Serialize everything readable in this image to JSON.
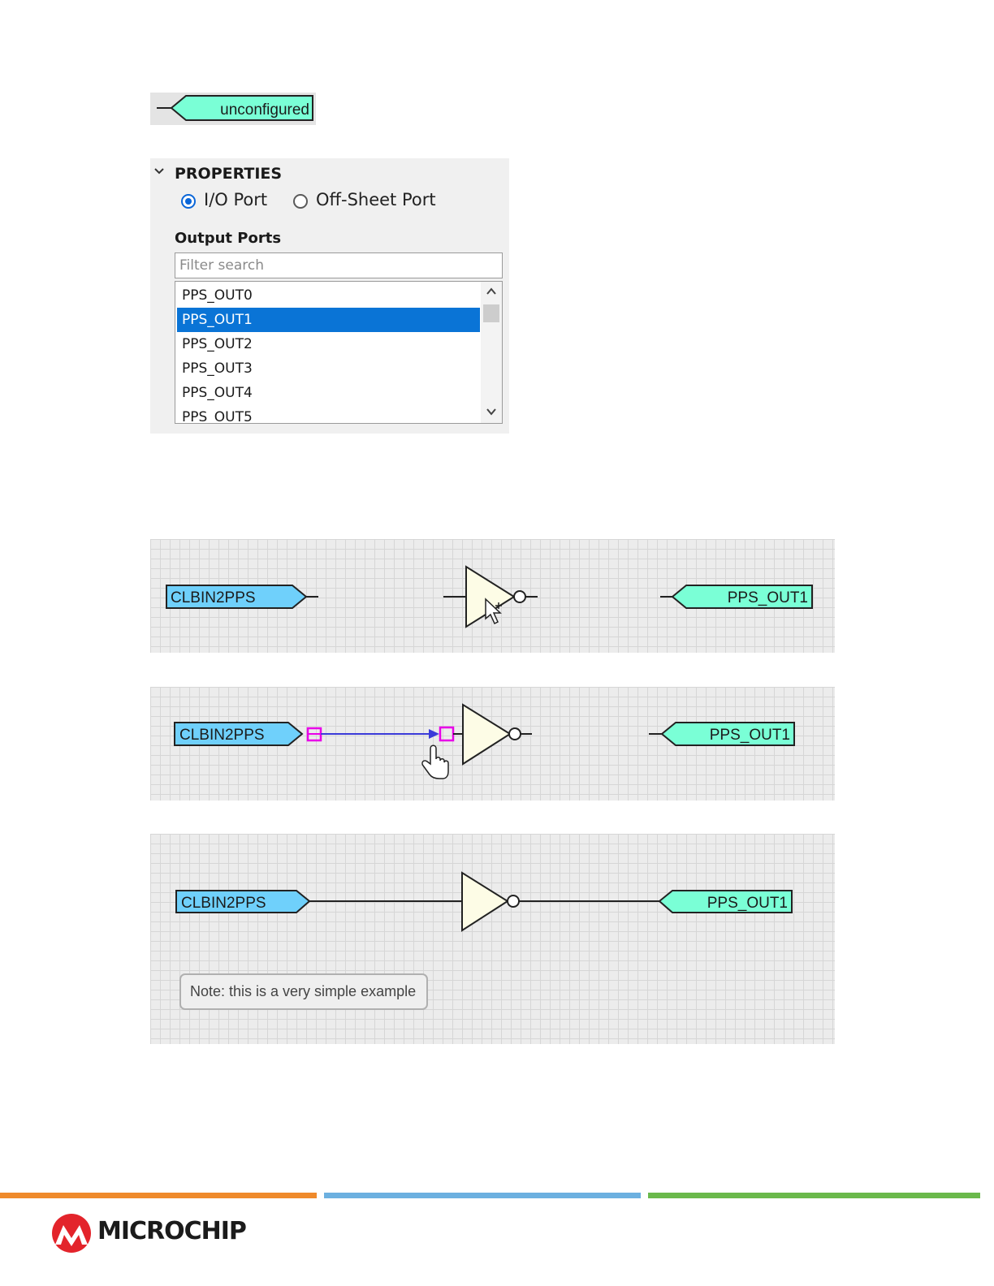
{
  "top_port": {
    "label": "unconfigured",
    "color": "#7affd6"
  },
  "properties": {
    "header": "PROPERTIES",
    "radios": [
      {
        "label": "I/O Port",
        "selected": true
      },
      {
        "label": "Off-Sheet Port",
        "selected": false
      }
    ],
    "section_label": "Output Ports",
    "filter_placeholder": "Filter search",
    "filter_value": "",
    "list": [
      {
        "label": "PPS_OUT0",
        "selected": false
      },
      {
        "label": "PPS_OUT1",
        "selected": true
      },
      {
        "label": "PPS_OUT2",
        "selected": false
      },
      {
        "label": "PPS_OUT3",
        "selected": false
      },
      {
        "label": "PPS_OUT4",
        "selected": false
      },
      {
        "label": "PPS_OUT5",
        "selected": false
      }
    ]
  },
  "schematics": {
    "input_label": "CLBIN2PPS",
    "output_label": "PPS_OUT1",
    "input_color": "#6fd0fb",
    "output_color": "#7affd6",
    "gate_fill": "#fdfce6",
    "wire_drag_color": "#3b3bd9",
    "handle_color": "#e800e8",
    "note": "Note: this is a very simple example"
  },
  "footer": {
    "bar_colors": [
      "#ef8a2b",
      "#6cb0e0",
      "#6ab94b"
    ],
    "logo_text": "MICROCHIP",
    "logo_color": "#e3242b"
  }
}
